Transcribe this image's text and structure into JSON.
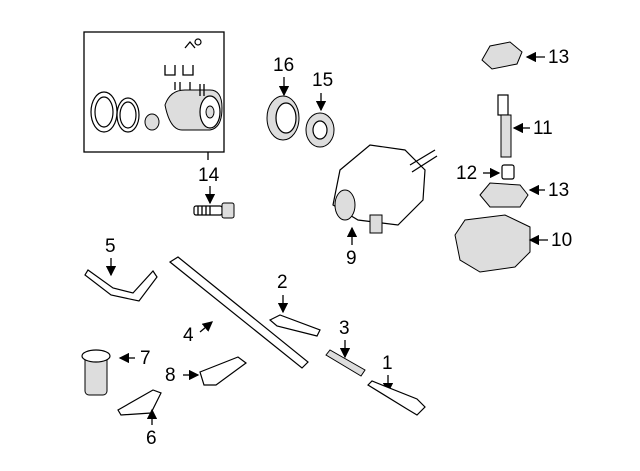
{
  "diagram": {
    "callouts": [
      "1",
      "2",
      "3",
      "4",
      "5",
      "6",
      "7",
      "8",
      "9",
      "10",
      "11",
      "12",
      "13",
      "13",
      "14",
      "15",
      "16"
    ]
  }
}
